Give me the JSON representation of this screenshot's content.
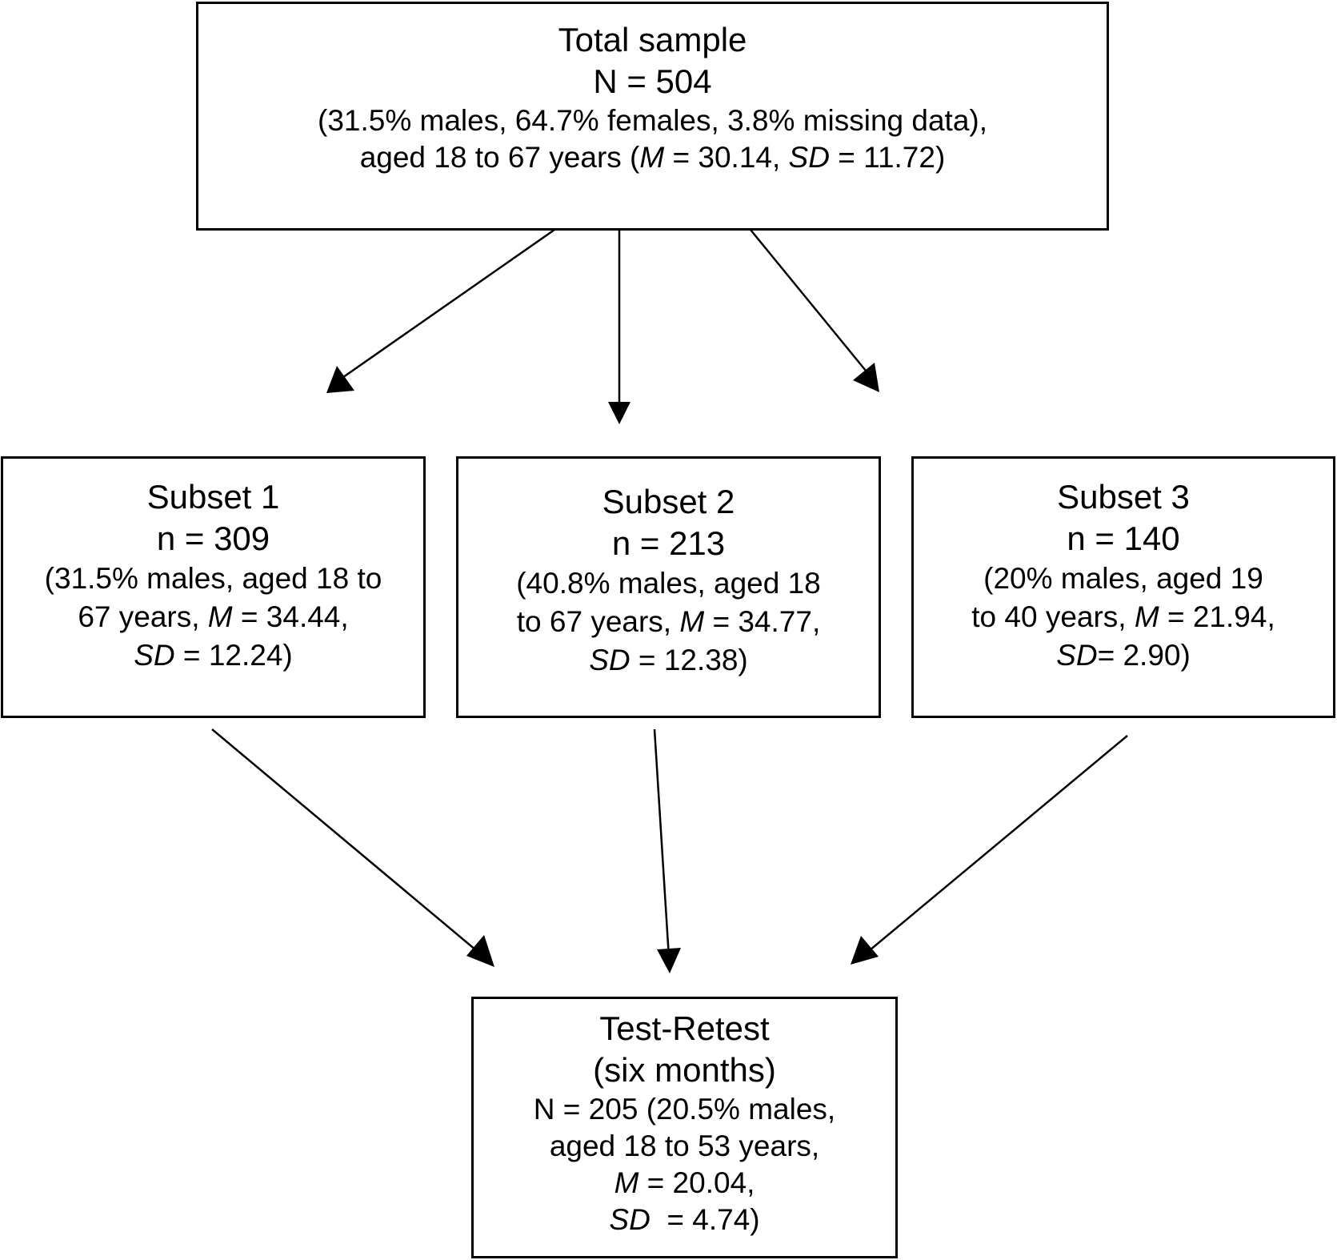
{
  "diagram": {
    "total": {
      "title": "Total sample",
      "n": "N = 504",
      "line3": "(31.5% males, 64.7% females, 3.8% missing data),",
      "line4_pre": "aged 18 to 67 years (",
      "m_sym": "M",
      "m_val": " = 30.14, ",
      "sd_sym": "SD",
      "sd_val": " = 11.72)"
    },
    "subset1": {
      "title": "Subset 1",
      "n": "n = 309",
      "line3": "(31.5% males, aged 18 to",
      "line4_pre": "67 years, ",
      "m_sym": "M",
      "m_val": " = 34.44,",
      "sd_sym": "SD",
      "sd_val": " = 12.24)"
    },
    "subset2": {
      "title": "Subset 2",
      "n": "n = 213",
      "line3": "(40.8% males, aged 18",
      "line4_pre": "to 67 years, ",
      "m_sym": "M",
      "m_val": " = 34.77,",
      "sd_sym": "SD",
      "sd_val": " = 12.38)"
    },
    "subset3": {
      "title": "Subset 3",
      "n": "n = 140",
      "line3": "(20% males, aged 19",
      "line4_pre": "to 40 years, ",
      "m_sym": "M",
      "m_val": " = 21.94,",
      "sd_sym": "SD",
      "sd_val": "= 2.90)"
    },
    "retest": {
      "title": "Test-Retest",
      "subtitle": "(six months)",
      "n_line": "N = 205 (20.5% males,",
      "line4": "aged 18 to 53 years,",
      "m_sym": "M",
      "m_val": " = 20.04,",
      "sd_sym": "SD",
      "sd_val": "  = 4.74)"
    }
  }
}
